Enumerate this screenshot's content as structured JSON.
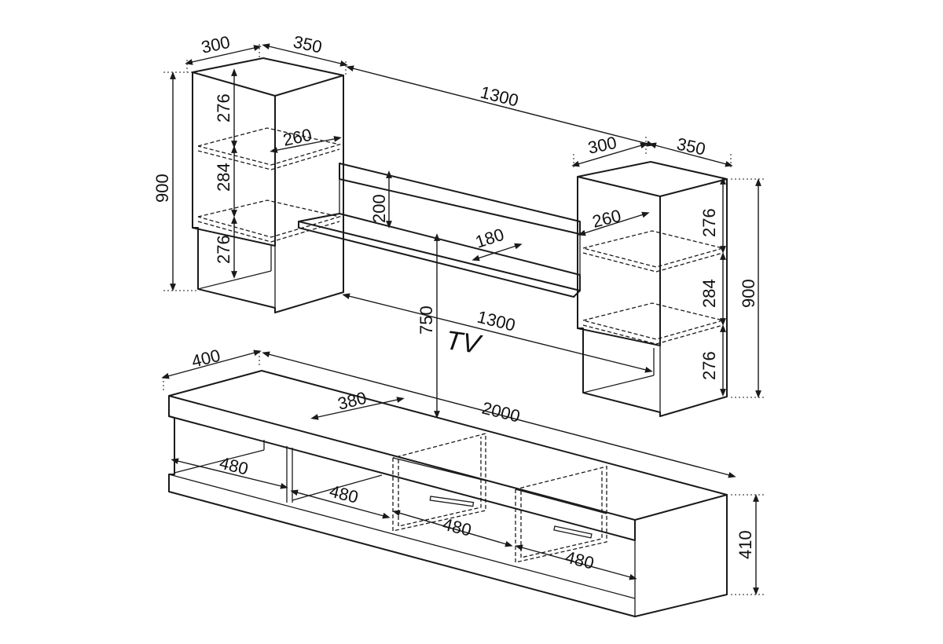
{
  "labels": {
    "tv": "TV",
    "left_cab_depth": "300",
    "left_cab_width": "350",
    "span_top": "1300",
    "left_shelf_depth": "260",
    "left_comp_1": "276",
    "left_comp_2": "284",
    "left_comp_3": "276",
    "left_height": "900",
    "panel_height": "200",
    "shelf_depth": "180",
    "right_cab_depth": "300",
    "right_cab_width": "350",
    "right_shelf_depth": "260",
    "right_comp_1": "276",
    "right_comp_2": "284",
    "right_comp_3": "276",
    "right_height": "900",
    "tv_height": "750",
    "span_bottom": "1300",
    "base_depth": "400",
    "inner_depth": "380",
    "base_width": "2000",
    "base_height": "410",
    "comp_w_1": "480",
    "comp_w_2": "480",
    "comp_w_3": "480",
    "comp_w_4": "480"
  }
}
